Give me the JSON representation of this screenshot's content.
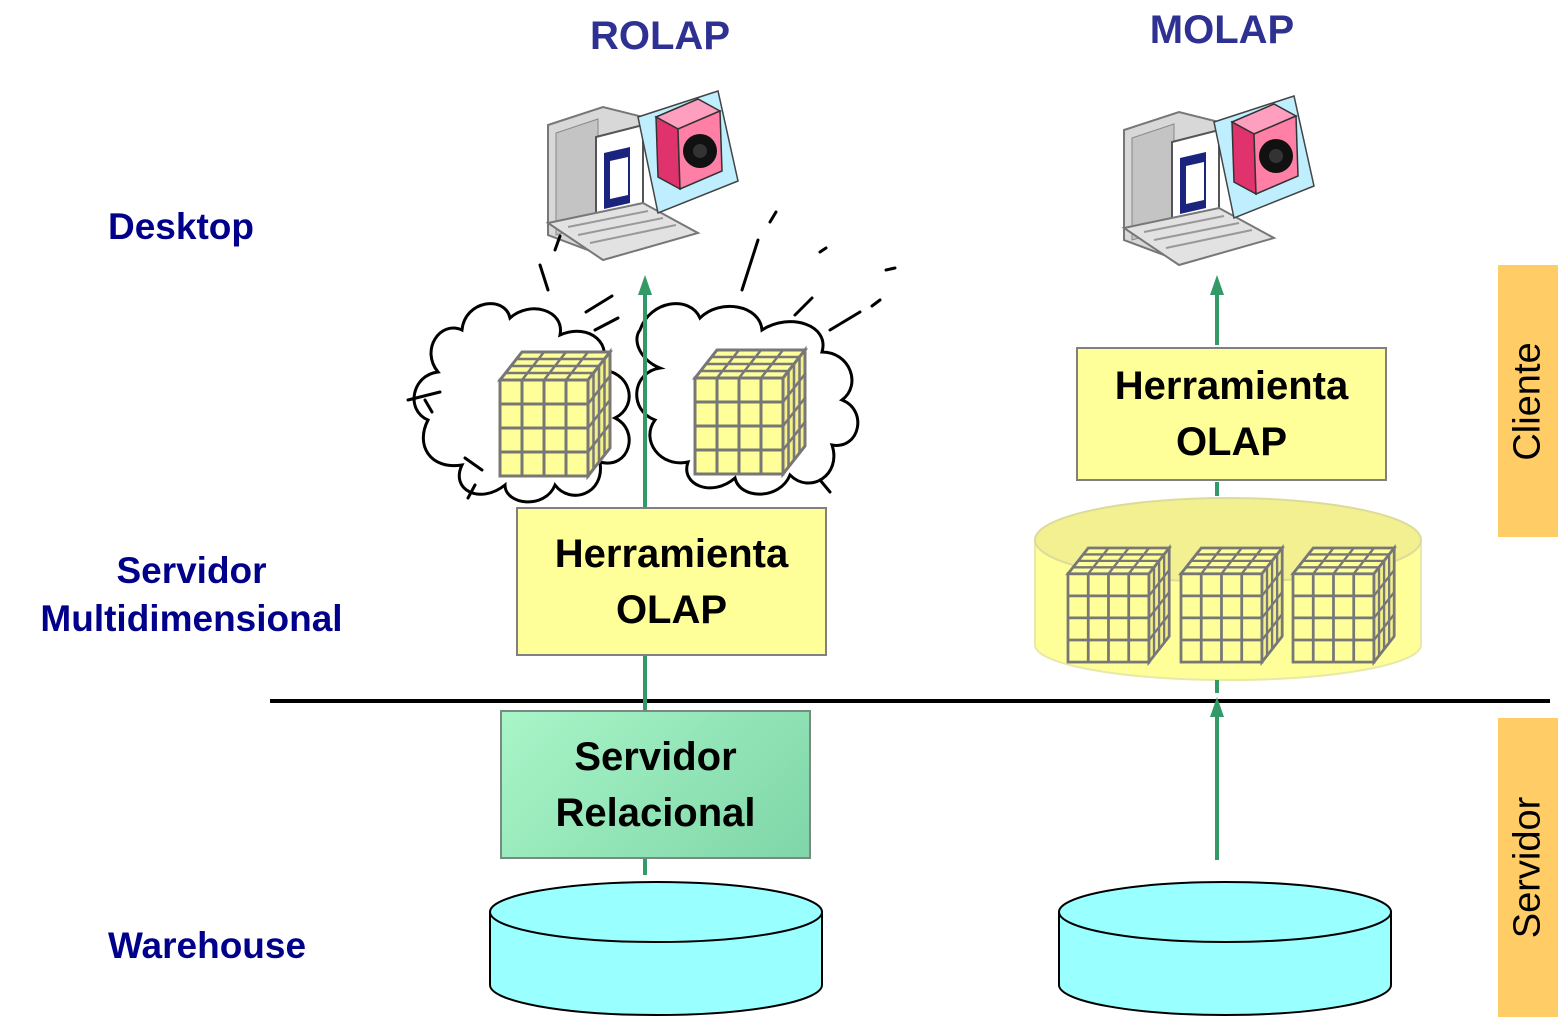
{
  "columns": {
    "rolap": {
      "title": "ROLAP"
    },
    "molap": {
      "title": "MOLAP"
    }
  },
  "tiers": {
    "desktop": "Desktop",
    "server_line1": "Servidor",
    "server_line2": "Multidimensional",
    "warehouse": "Warehouse"
  },
  "boxes": {
    "rolap_tool_line1": "Herramienta",
    "rolap_tool_line2": "OLAP",
    "molap_tool_line1": "Herramienta",
    "molap_tool_line2": "OLAP",
    "relational_line1": "Servidor",
    "relational_line2": "Relacional"
  },
  "side_tabs": {
    "client": "Cliente",
    "server": "Servidor"
  },
  "icons": [
    "desktop-computer-icon",
    "data-cube-icon",
    "database-cylinder-icon",
    "explosion-cloud-icon"
  ],
  "colors": {
    "title": "#2e3192",
    "tier_label": "#00008b",
    "tool_box": "#ffff99",
    "relational_box": "#99f0c0",
    "cylinder": "#99ffff",
    "side_tab": "#ffcc66",
    "arrow": "#339966"
  }
}
